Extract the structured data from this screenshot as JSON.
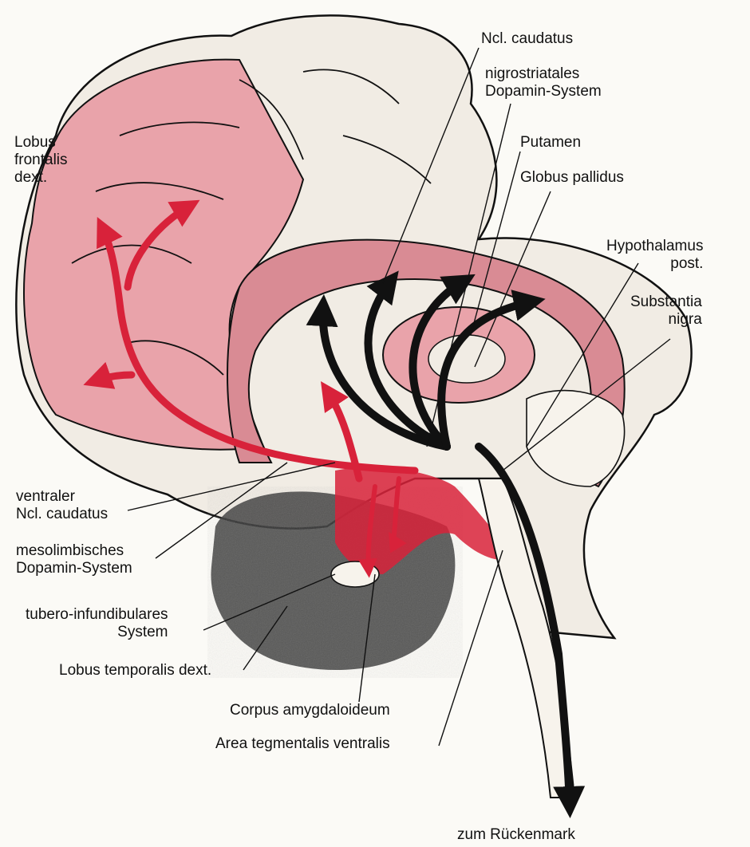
{
  "figure": {
    "palette": {
      "paper": "#fbfaf6",
      "red": "#d8223a",
      "pink": "#e9a3aa",
      "ink": "#111111"
    },
    "labels": {
      "ncl_caudatus": "Ncl. caudatus",
      "nigrostriatales": "nigrostriatales\nDopamin-System",
      "putamen": "Putamen",
      "globus_pallidus": "Globus pallidus",
      "hypothalamus": "Hypothalamus\npost.",
      "substantia_nigra": "Substantia\nnigra",
      "lobus_frontalis": "Lobus\nfrontalis\ndext.",
      "ventraler_caudatus": "ventraler\nNcl. caudatus",
      "mesolimbisches": "mesolimbisches\nDopamin-System",
      "tubero": "tubero-infundibulares\nSystem",
      "lobus_temporalis": "Lobus temporalis dext.",
      "corpus_amygdaloideum": "Corpus amygdaloideum",
      "area_tegmentalis": "Area tegmentalis ventralis",
      "rueckenmark": "zum Rückenmark"
    }
  }
}
